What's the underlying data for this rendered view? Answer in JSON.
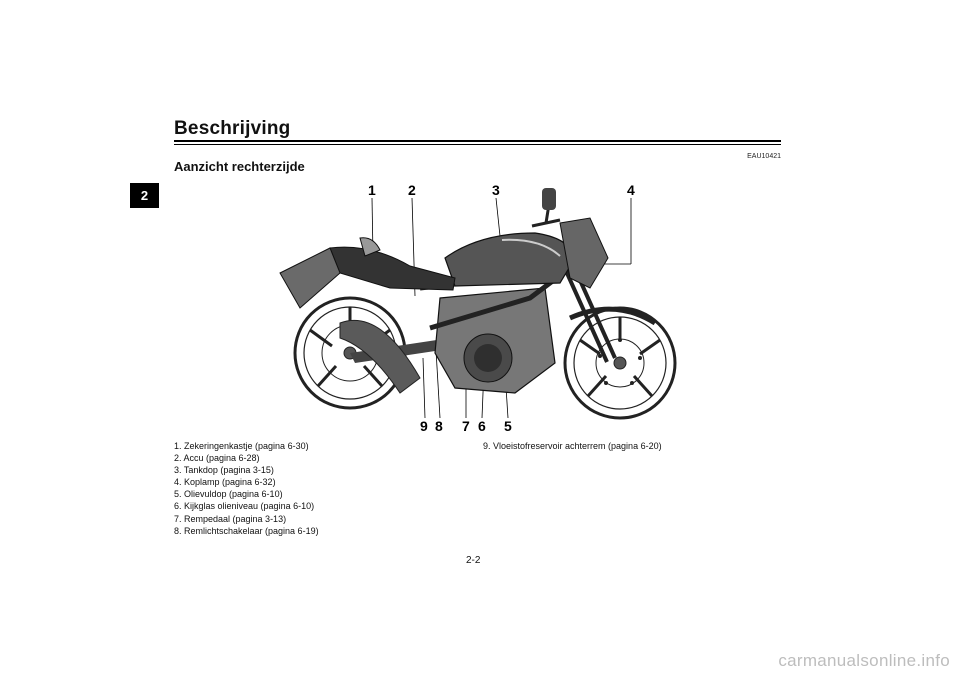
{
  "side_tab": "2",
  "page_title": "Beschrijving",
  "doc_code": "EAU10421",
  "section_title": "Aanzicht rechterzijde",
  "callouts": [
    "1",
    "2",
    "3",
    "4",
    "5",
    "6",
    "7",
    "8",
    "9"
  ],
  "legend_left": [
    "1. Zekeringenkastje (pagina 6-30)",
    "2. Accu (pagina 6-28)",
    "3. Tankdop (pagina 3-15)",
    "4. Koplamp (pagina 6-32)",
    "5. Olievuldop (pagina 6-10)",
    "6. Kijkglas olieniveau (pagina 6-10)",
    "7. Rempedaal (pagina 3-13)",
    "8. Remlichtschakelaar (pagina 6-19)"
  ],
  "legend_right": [
    "9. Vloeistofreservoir achterrem (pagina 6-20)"
  ],
  "page_number": "2-2",
  "watermark": "carmanualsonline.info"
}
